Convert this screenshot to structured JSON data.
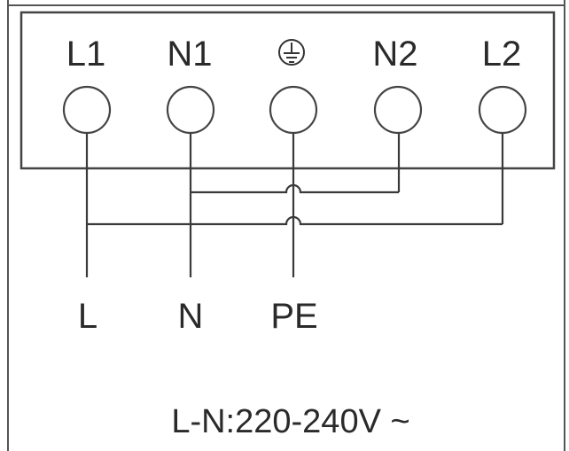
{
  "terminals": [
    {
      "label": "L1",
      "icon": ""
    },
    {
      "label": "N1",
      "icon": ""
    },
    {
      "label": "",
      "icon": "ground-symbol-icon"
    },
    {
      "label": "N2",
      "icon": ""
    },
    {
      "label": "L2",
      "icon": ""
    }
  ],
  "outputs": [
    "L",
    "N",
    "PE"
  ],
  "footer": "L-N:220-240V ~"
}
